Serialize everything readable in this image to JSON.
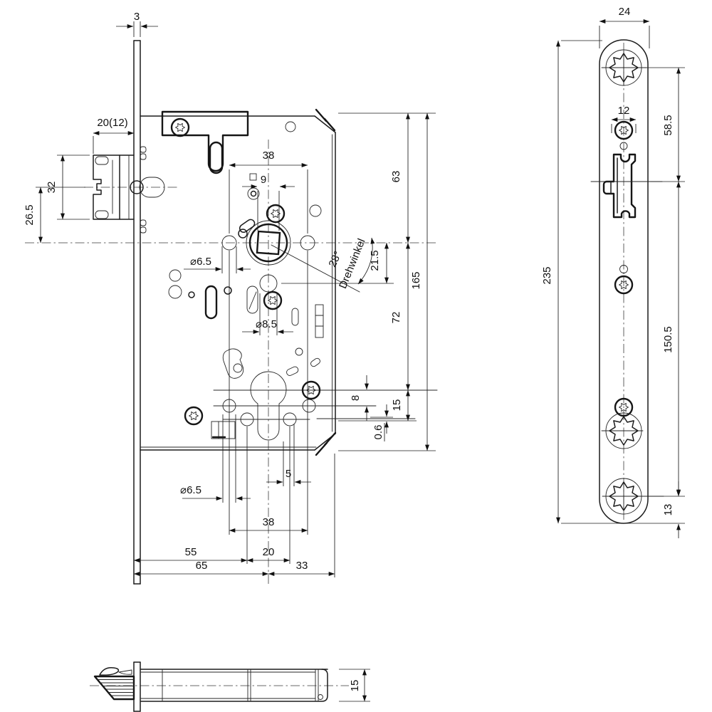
{
  "drawing": {
    "main": {
      "faceplate_thickness": "3",
      "latch_projection": "20(12)",
      "latch_height": "32",
      "latch_to_axis": "26.5",
      "screw_spacing_top": "38",
      "spindle_square": "9",
      "top_to_axis": "63",
      "case_length": "165",
      "axis_to_hole": "21.5",
      "angle": "28°",
      "angle_label": "Drehwinkel",
      "axis_distance": "72",
      "hole_offset": "8",
      "axis_to_bottom_edge": "15",
      "lip_offset": "0.6",
      "hole_dia_mid": "⌀6.5",
      "hole_dia_lower": "⌀8.5",
      "stem_to_hole": "5",
      "hole_dia_bottom": "⌀6.5",
      "screw_spacing_bottom": "38",
      "face_to_hole": "55",
      "hole_spacing": "20",
      "backset": "65",
      "rear_depth": "33"
    },
    "plate": {
      "width": "24",
      "screw_span": "12",
      "screw_to_latch": "58.5",
      "latch_to_screw": "150.5",
      "screw_to_end": "13",
      "length": "235"
    },
    "bottom": {
      "case_height": "15"
    }
  }
}
